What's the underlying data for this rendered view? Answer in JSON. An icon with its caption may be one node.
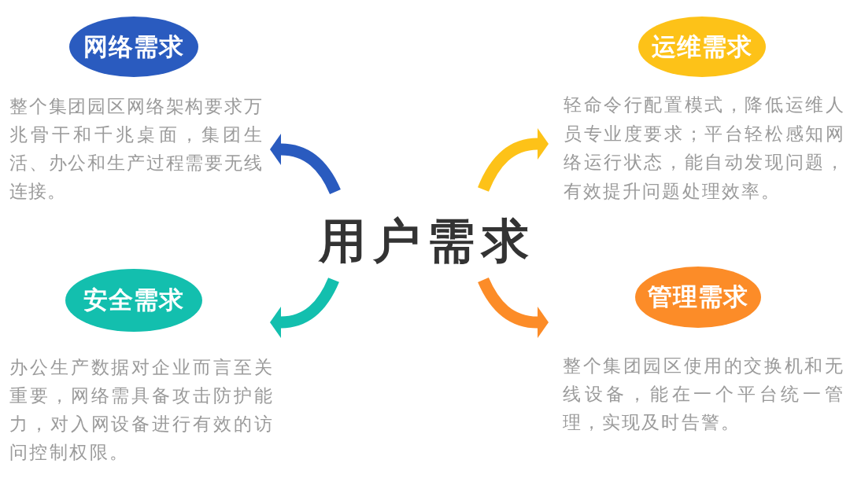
{
  "diagram": {
    "nodes": [
      {
        "text": [
          "网络需求"
        ],
        "beside": [
          "整个集团园区网络架构要求万兆骨干和千兆桌面，集团生活、办公和生产过程需要无线连接。"
        ]
      },
      {
        "text": [
          "运维需求"
        ],
        "beside": [
          "轻命令行配置模式，降低运维人员专业度要求；平台轻松感知网络运行状态，能自动发现问题，有效提升问题处理效率。"
        ]
      },
      {
        "text": [
          "用户需求"
        ]
      },
      {
        "text": [
          "安全需求"
        ],
        "beside": [
          "办公生产数据对企业而言至关重要，网络需具备攻击防护能力，对入网设备进行有效的访问控制权限。"
        ]
      },
      {
        "text": [
          "管理需求"
        ],
        "beside": [
          "整个集团园区使用的交换机和无线设备，能在一个平台统一管理，实现及时告警。"
        ]
      }
    ],
    "edges": [
      {
        "from": 2,
        "to": 0,
        "arrow": "to",
        "color": "#2a5bbf"
      },
      {
        "from": 2,
        "to": 1,
        "arrow": "to",
        "color": "#fdc218"
      },
      {
        "from": 2,
        "to": 3,
        "arrow": "to",
        "color": "#13bfae"
      },
      {
        "from": 2,
        "to": 4,
        "arrow": "to",
        "color": "#fc8c28"
      }
    ]
  }
}
